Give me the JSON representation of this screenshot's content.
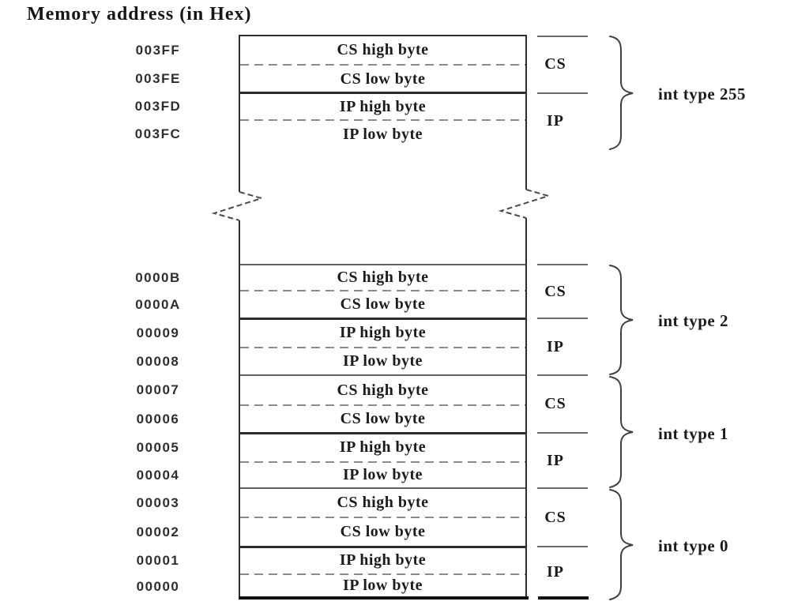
{
  "title": "Memory address (in Hex)",
  "groups": [
    {
      "label": "int type 255",
      "addresses": [
        "003FF",
        "003FE",
        "003FD",
        "003FC"
      ],
      "rows": [
        "CS high byte",
        "CS low byte",
        "IP high byte",
        "IP low byte"
      ],
      "registers": [
        "CS",
        "IP"
      ]
    },
    {
      "label": "int type 2",
      "addresses": [
        "0000B",
        "0000A",
        "00009",
        "00008"
      ],
      "rows": [
        "CS high byte",
        "CS low byte",
        "IP high byte",
        "IP low byte"
      ],
      "registers": [
        "CS",
        "IP"
      ]
    },
    {
      "label": "int type 1",
      "addresses": [
        "00007",
        "00006",
        "00005",
        "00004"
      ],
      "rows": [
        "CS high byte",
        "CS low byte",
        "IP high byte",
        "IP low byte"
      ],
      "registers": [
        "CS",
        "IP"
      ]
    },
    {
      "label": "int type 0",
      "addresses": [
        "00003",
        "00002",
        "00001",
        "00000"
      ],
      "rows": [
        "CS high byte",
        "CS low byte",
        "IP high byte",
        "IP low byte"
      ],
      "registers": [
        "CS",
        "IP"
      ]
    }
  ],
  "colors": {
    "ink": "#161616",
    "box_border": "#2e2e2e",
    "group_divider": "#5f5f5f",
    "dashed_divider": "#8a8a8a",
    "brace": "#3f3f3f",
    "background": "#ffffff"
  }
}
